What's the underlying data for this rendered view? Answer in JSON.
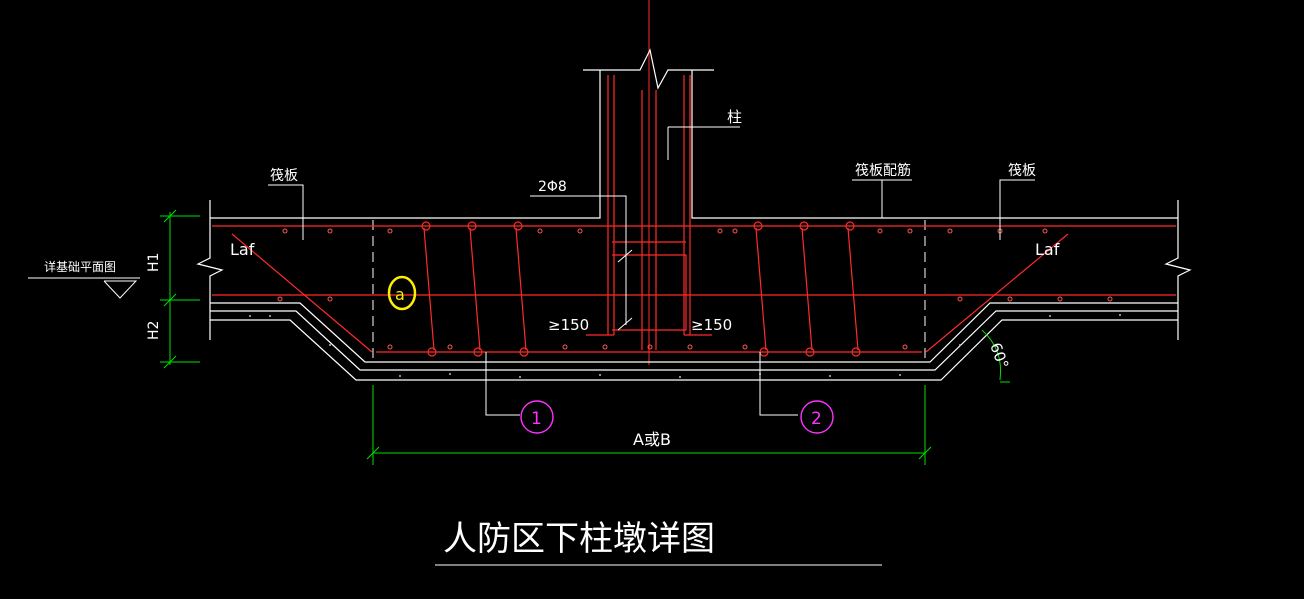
{
  "colors": {
    "background": "#000000",
    "outline": "#ffffff",
    "rebar": "#ff2a2a",
    "center_line": "#ff2a2a",
    "dimension": "#00e000",
    "callout": "#ff33ff",
    "markup": "#ffee00"
  },
  "labels": {
    "column": "柱",
    "raft_left": "筏板",
    "raft_right": "筏板",
    "raft_rebar": "筏板配筋",
    "tie_bar": "2Φ8",
    "laf_left": "Laf",
    "laf_right": "Laf",
    "min_left": "≥150",
    "min_right": "≥150",
    "section_ref": "详基础平面图",
    "h1": "H1",
    "h2": "H2",
    "angle": "60°",
    "width_dim": "A或B",
    "callout_1": "1",
    "callout_2": "2",
    "markup_letter": "a",
    "title": "人防区下柱墩详图"
  }
}
